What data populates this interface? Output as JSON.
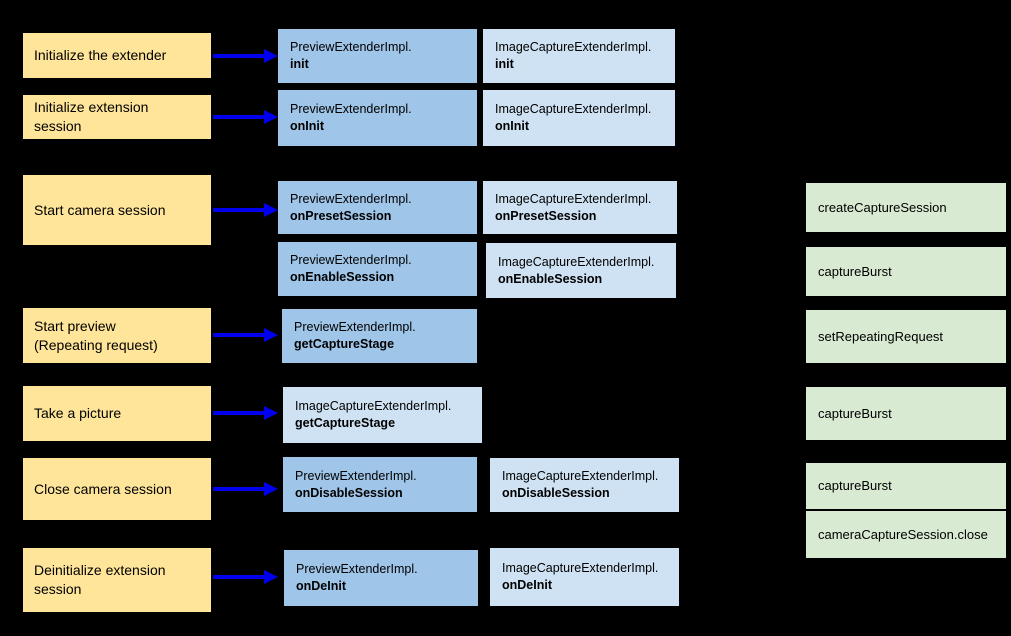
{
  "diagram": {
    "background": "#000000",
    "colors": {
      "action_box": "#FFE599",
      "preview_impl_box": "#9FC5E8",
      "image_capture_impl_box": "#CFE2F3",
      "camera2_box": "#D9EAD3",
      "arrow": "#0000EE",
      "text": "#000000"
    },
    "actions": {
      "init_extender": "Initialize the extender",
      "init_extension_session": "Initialize extension\nsession",
      "start_camera_session": "Start camera session",
      "start_preview": "Start preview\n(Repeating request)",
      "take_picture": "Take a picture",
      "close_camera_session": "Close camera session",
      "deinit_extension_session": "Deinitialize extension\nsession"
    },
    "impl": {
      "preview_init": {
        "cls": "PreviewExtenderImpl.",
        "method": "init"
      },
      "preview_oninit": {
        "cls": "PreviewExtenderImpl.",
        "method": "onInit"
      },
      "preview_onpresetsession": {
        "cls": "PreviewExtenderImpl.",
        "method": "onPresetSession"
      },
      "preview_onenablesession": {
        "cls": "PreviewExtenderImpl.",
        "method": "onEnableSession"
      },
      "preview_getcapturestage": {
        "cls": "PreviewExtenderImpl.",
        "method": "getCaptureStage"
      },
      "preview_ondisablesession": {
        "cls": "PreviewExtenderImpl.",
        "method": "onDisableSession"
      },
      "preview_ondeinit": {
        "cls": "PreviewExtenderImpl.",
        "method": "onDeInit"
      },
      "imagecapture_init": {
        "cls": "ImageCaptureExtenderImpl.",
        "method": "init"
      },
      "imagecapture_oninit": {
        "cls": "ImageCaptureExtenderImpl.",
        "method": "onInit"
      },
      "imagecapture_onpresetsession": {
        "cls": "ImageCaptureExtenderImpl.",
        "method": "onPresetSession"
      },
      "imagecapture_onenablesession": {
        "cls": "ImageCaptureExtenderImpl.",
        "method": "onEnableSession"
      },
      "imagecapture_getcapturestage": {
        "cls": "ImageCaptureExtenderImpl.",
        "method": "getCaptureStage"
      },
      "imagecapture_ondisablesession": {
        "cls": "ImageCaptureExtenderImpl.",
        "method": "onDisableSession"
      },
      "imagecapture_ondeinit": {
        "cls": "ImageCaptureExtenderImpl.",
        "method": "onDeInit"
      }
    },
    "camera2": {
      "create_capture_session": "createCaptureSession",
      "capture_burst_enable": "captureBurst",
      "set_repeating_request": "setRepeatingRequest",
      "capture_burst_take_picture": "captureBurst",
      "capture_burst_close": "captureBurst",
      "camera_capture_session_close": "cameraCaptureSession.close"
    }
  }
}
